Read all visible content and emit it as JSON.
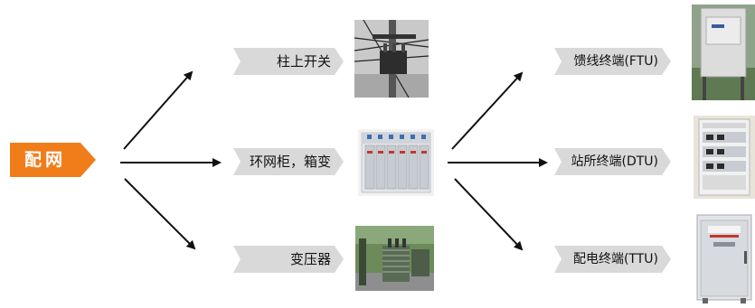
{
  "root": {
    "label": "配网",
    "color": "#f07d1a"
  },
  "devices": [
    {
      "label": "柱上开关"
    },
    {
      "label": "环网柜，箱变"
    },
    {
      "label": "变压器"
    }
  ],
  "terminals": [
    {
      "label": "馈线终端(FTU)"
    },
    {
      "label": "站所终端(DTU)"
    },
    {
      "label": "配电终端(TTU)"
    }
  ],
  "tag_color": "#d9d9d9"
}
